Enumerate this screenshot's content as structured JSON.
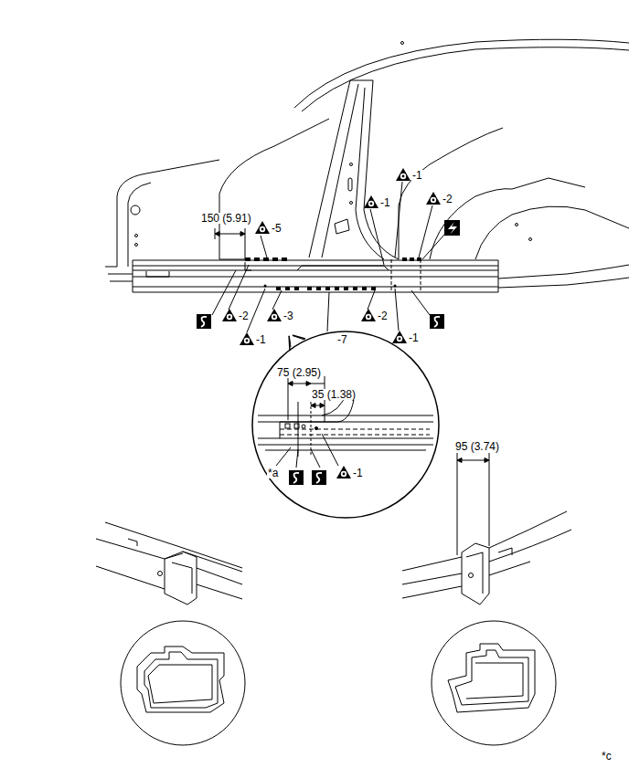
{
  "diagram": {
    "labels": [
      "150 (5.91)",
      "-5",
      "-1",
      "-1",
      "-2",
      "-2",
      "-3",
      "-1",
      "-7",
      "-2",
      "-1",
      "75 (2.95)",
      "35 (1.38)",
      "*a",
      "-1",
      "95 (3.74)",
      "*c"
    ]
  }
}
